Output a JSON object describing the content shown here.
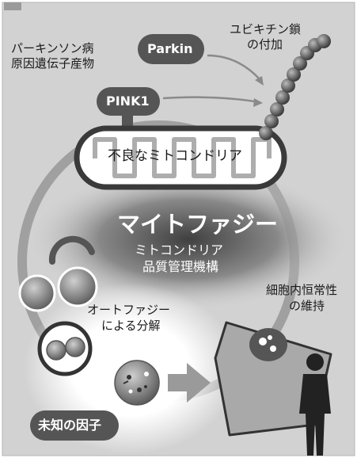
{
  "labels": {
    "pd_gene_line1": "パーキンソン病",
    "pd_gene_line2": "原因遺伝子産物",
    "ubiquitin_line1": "ユビキチン鎖",
    "ubiquitin_line2": "の付加",
    "parkin": "Parkin",
    "pink1": "PINK1",
    "defective_mito": "不良なミトコンドリア",
    "mitophagy_title": "マイトファジー",
    "mitophagy_sub1": "ミトコンドリア",
    "mitophagy_sub2": "品質管理機構",
    "autophagy_line1": "オートファジー",
    "autophagy_line2": "による分解",
    "homeostasis_line1": "細胞内恒常性",
    "homeostasis_line2": "の維持",
    "unknown_factor": "未知の因子"
  },
  "colors": {
    "background": "#d2d2d2",
    "pill": "#555555",
    "mito_membrane": "#3a3a3a",
    "ubiquitin": "#555555",
    "cell": "#a9a9a9",
    "nucleus": "#555555",
    "person": "#222222"
  },
  "icons": {
    "person": "person-silhouette-icon",
    "arrow": "right-arrow-icon"
  }
}
